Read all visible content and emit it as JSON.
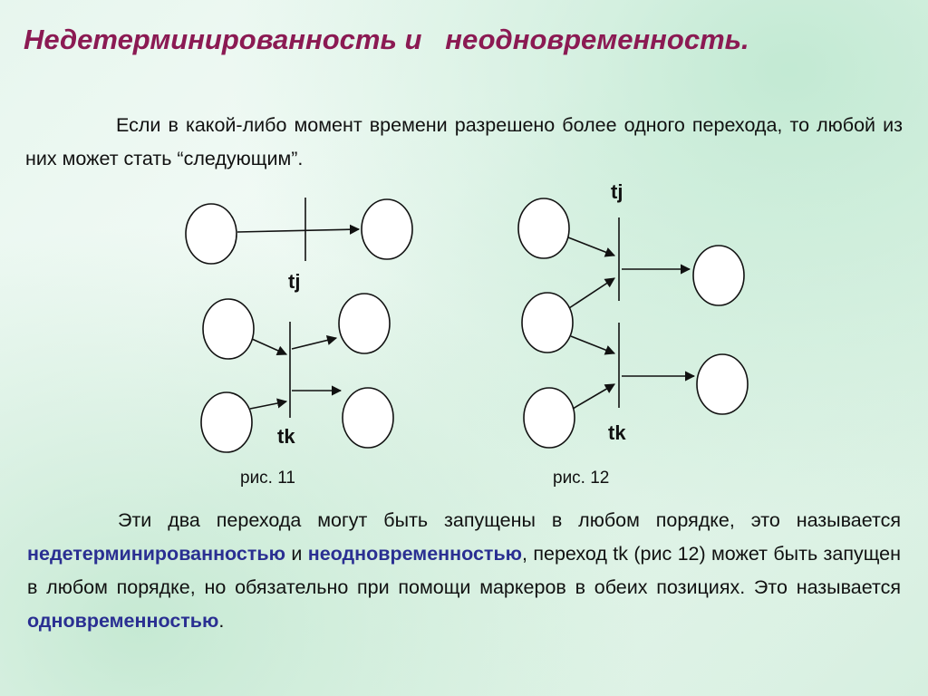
{
  "title": "Недетерминированность и   неодновременность.",
  "intro": "Если в какой-либо момент времени разрешено более одного перехода, то любой из них может стать “следующим”.",
  "figures": {
    "fig11": {
      "label_top": "tj",
      "label_bottom": "tk",
      "caption": "рис. 11"
    },
    "fig12": {
      "label_top": "tj",
      "label_bottom": "tk",
      "caption": "рис. 12"
    }
  },
  "bottom": {
    "part1": "Эти два перехода могут быть запущены в любом порядке, это называется ",
    "term1": "недетерминированностью",
    "part2": " и ",
    "term2": "неодновременностью",
    "part3": ", переход tk  (рис 12) может быть запущен в любом порядке, но обязательно при помощи маркеров в обеих позициях. Это называется ",
    "term3": "одновременностью",
    "part4": "."
  },
  "colors": {
    "title": "#8b1a53",
    "term": "#2a2f92",
    "background": "#e7f6ee"
  }
}
